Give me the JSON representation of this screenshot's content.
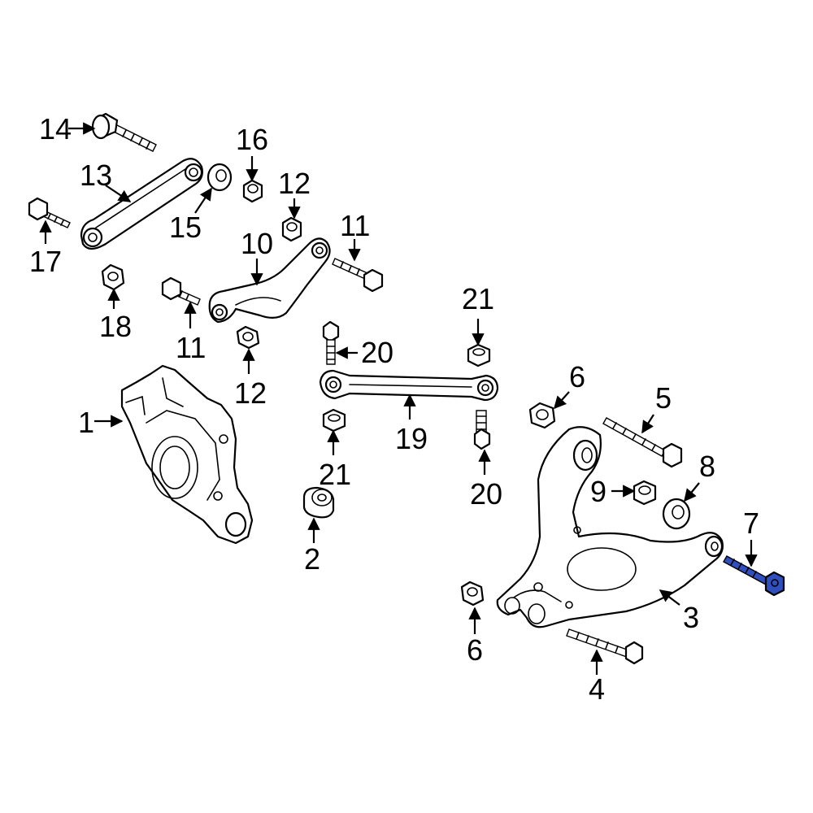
{
  "highlight_color": "#2f4fbf",
  "callouts": {
    "c1": "1",
    "c2": "2",
    "c3": "3",
    "c4": "4",
    "c5": "5",
    "c6a": "6",
    "c6b": "6",
    "c7": "7",
    "c8": "8",
    "c9": "9",
    "c10": "10",
    "c11a": "11",
    "c11b": "11",
    "c12a": "12",
    "c12b": "12",
    "c13": "13",
    "c14": "14",
    "c15": "15",
    "c16": "16",
    "c17": "17",
    "c18": "18",
    "c19": "19",
    "c20a": "20",
    "c20b": "20",
    "c21a": "21",
    "c21b": "21"
  }
}
